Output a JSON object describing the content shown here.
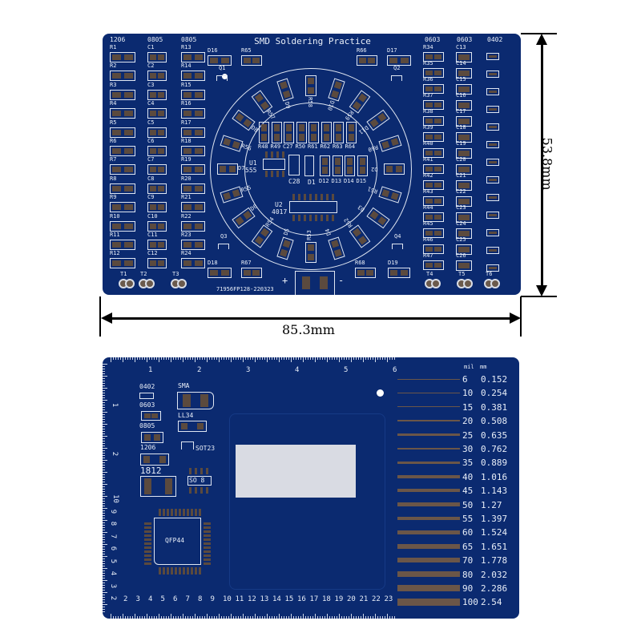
{
  "top_board": {
    "title": "SMD Soldering Practice",
    "column_headers": [
      "1206",
      "0805",
      "0805",
      "0603",
      "0603",
      "0402"
    ],
    "col_r_left": [
      "R1",
      "R2",
      "R3",
      "R4",
      "R5",
      "R6",
      "R7",
      "R8",
      "R9",
      "R10",
      "R11",
      "R12"
    ],
    "col_c_left": [
      "C1",
      "C2",
      "C3",
      "C4",
      "C5",
      "C6",
      "C7",
      "C8",
      "C9",
      "C10",
      "C11",
      "C12"
    ],
    "col_r_mid": [
      "R13",
      "R14",
      "R15",
      "R16",
      "R17",
      "R18",
      "R19",
      "R20",
      "R21",
      "R22",
      "R23",
      "R24"
    ],
    "col_r_right": [
      "R34",
      "R35",
      "R36",
      "R37",
      "R38",
      "R39",
      "R40",
      "R41",
      "R42",
      "R43",
      "R44",
      "R45",
      "R46",
      "R47"
    ],
    "col_c_right": [
      "C13",
      "C14",
      "C15",
      "C16",
      "C17",
      "C18",
      "C19",
      "C20",
      "C21",
      "C22",
      "C23",
      "C24",
      "C25",
      "C26"
    ],
    "ring": [
      "R58",
      "D10",
      "R59",
      "D11",
      "R60",
      "D2",
      "R51",
      "D3",
      "R52",
      "D4",
      "R53",
      "D5",
      "R54",
      "D6",
      "R55",
      "D7",
      "R56",
      "D8",
      "R57",
      "D9"
    ],
    "inner_top": [
      "R48",
      "R49",
      "C27",
      "R50",
      "R61",
      "R62",
      "R63",
      "R64"
    ],
    "inner_leds": [
      "D12",
      "D13",
      "D14",
      "D15"
    ],
    "u1": [
      "U1",
      "555"
    ],
    "u2": [
      "U2",
      "4017"
    ],
    "c28": "C28",
    "d1": "D1",
    "misc": {
      "d16": "D16",
      "r65": "R65",
      "r66": "R66",
      "d17": "D17",
      "q1": "Q1",
      "q2": "Q2",
      "q3": "Q3",
      "q4": "Q4",
      "d18": "D18",
      "r67": "R67",
      "r68": "R68",
      "d19": "D19",
      "plus": "+",
      "minus": "-",
      "serial": "71956FP128-220323"
    },
    "terminals": [
      "T1",
      "T2",
      "T3",
      "T4",
      "T5",
      "T6"
    ]
  },
  "dimensions": {
    "height": "53.8mm",
    "width": "85.3mm"
  },
  "bottom_board": {
    "ruler_top": [
      "1",
      "2",
      "3",
      "4",
      "5",
      "6"
    ],
    "ruler_bottom": [
      "2",
      "3",
      "4",
      "5",
      "6",
      "7",
      "8",
      "9",
      "10",
      "11",
      "12",
      "13",
      "14",
      "15",
      "16",
      "17",
      "18",
      "19",
      "20",
      "21",
      "22",
      "23"
    ],
    "ruler_left_cm": [
      "1",
      "2"
    ],
    "ruler_left_mm": [
      "10",
      "9",
      "8",
      "7",
      "6",
      "5",
      "4",
      "3",
      "2"
    ],
    "packages": {
      "p0402": "0402",
      "p0603": "0603",
      "p0805": "0805",
      "p1206": "1206",
      "p1812": "1812",
      "sma": "SMA",
      "ll34": "LL34",
      "sot23": "SOT23",
      "so8": "SO 8",
      "qfp44": "QFP44"
    },
    "width_table": {
      "header_mil": "mil",
      "header_mm": "mm",
      "rows": [
        [
          "6",
          "0.152"
        ],
        [
          "10",
          "0.254"
        ],
        [
          "15",
          "0.381"
        ],
        [
          "20",
          "0.508"
        ],
        [
          "25",
          "0.635"
        ],
        [
          "30",
          "0.762"
        ],
        [
          "35",
          "0.889"
        ],
        [
          "40",
          "1.016"
        ],
        [
          "45",
          "1.143"
        ],
        [
          "50",
          "1.27"
        ],
        [
          "55",
          "1.397"
        ],
        [
          "60",
          "1.524"
        ],
        [
          "65",
          "1.651"
        ],
        [
          "70",
          "1.778"
        ],
        [
          "80",
          "2.032"
        ],
        [
          "90",
          "2.286"
        ],
        [
          "100",
          "2.54"
        ]
      ]
    }
  },
  "colors": {
    "board": "#0b2a70",
    "silkscreen": "#e8eef8",
    "pad": "#5b4a3e"
  }
}
